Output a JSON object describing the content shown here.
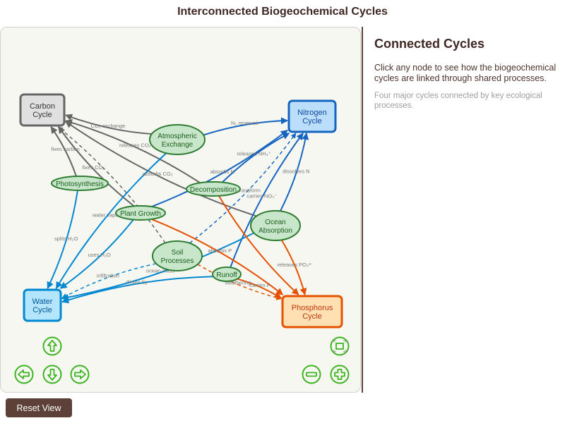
{
  "title": "Interconnected Biogeochemical Cycles",
  "side_panel": {
    "heading": "Connected Cycles",
    "description": "Click any node to see how the biogeochemical cycles are linked through shared processes.",
    "note": "Four major cycles connected by key ecological processes."
  },
  "colors": {
    "carbon": "#666666",
    "nitrogen": "#1565c0",
    "water": "#0288d1",
    "phosphorus": "#e65100",
    "process_fill": "#c8e6c9",
    "process_stroke": "#2e7d32",
    "control_green": "#3cb521",
    "reset_bg": "#5d4037"
  },
  "nodes": {
    "carbon": {
      "line1": "Carbon",
      "line2": "Cycle",
      "type": "cycle"
    },
    "nitrogen": {
      "line1": "Nitrogen",
      "line2": "Cycle",
      "type": "cycle"
    },
    "water": {
      "line1": "Water",
      "line2": "Cycle",
      "type": "cycle"
    },
    "phosphorus": {
      "line1": "Phosphorus",
      "line2": "Cycle",
      "type": "cycle"
    },
    "atmospheric": {
      "line1": "Atmospheric",
      "line2": "Exchange",
      "type": "process"
    },
    "photosynthesis": {
      "line1": "Photosynthesis",
      "line2": "",
      "type": "process"
    },
    "decomposition": {
      "line1": "Decomposition",
      "line2": "",
      "type": "process"
    },
    "plant_growth": {
      "line1": "Plant Growth",
      "line2": "",
      "type": "process"
    },
    "ocean": {
      "line1": "Ocean",
      "line2": "Absorption",
      "type": "process"
    },
    "soil": {
      "line1": "Soil",
      "line2": "Processes",
      "type": "process"
    },
    "runoff": {
      "line1": "Runoff",
      "line2": "",
      "type": "process"
    }
  },
  "edges": [
    {
      "from": "atmospheric",
      "to": "carbon",
      "label": "CO₂ exchange",
      "cycle": "carbon",
      "dashed": false
    },
    {
      "from": "photosynthesis",
      "to": "carbon",
      "label": "fixes carbon",
      "cycle": "carbon",
      "dashed": false
    },
    {
      "from": "plant_growth",
      "to": "carbon",
      "label": "fixes CO₂",
      "cycle": "carbon",
      "dashed": false
    },
    {
      "from": "decomposition",
      "to": "carbon",
      "label": "releases CO₂",
      "cycle": "carbon",
      "dashed": false
    },
    {
      "from": "ocean",
      "to": "carbon",
      "label": "absorbs CO₂",
      "cycle": "carbon",
      "dashed": false
    },
    {
      "from": "soil",
      "to": "carbon",
      "label": "",
      "cycle": "carbon",
      "dashed": true
    },
    {
      "from": "atmospheric",
      "to": "nitrogen",
      "label": "N₂ reservoir",
      "cycle": "nitrogen",
      "dashed": false
    },
    {
      "from": "plant_growth",
      "to": "nitrogen",
      "label": "absorbs N",
      "cycle": "nitrogen",
      "dashed": false
    },
    {
      "from": "decomposition",
      "to": "nitrogen",
      "label": "releases NH₄⁺",
      "cycle": "nitrogen",
      "dashed": false
    },
    {
      "from": "soil",
      "to": "nitrogen",
      "label": "N transform",
      "cycle": "nitrogen",
      "dashed": true
    },
    {
      "from": "runoff",
      "to": "nitrogen",
      "label": "carries NO₃⁻",
      "cycle": "nitrogen",
      "dashed": false
    },
    {
      "from": "ocean",
      "to": "nitrogen",
      "label": "dissolves N",
      "cycle": "nitrogen",
      "dashed": false
    },
    {
      "from": "photosynthesis",
      "to": "water",
      "label": "splits H₂O",
      "cycle": "water",
      "dashed": false
    },
    {
      "from": "atmospheric",
      "to": "water",
      "label": "water vapor",
      "cycle": "water",
      "dashed": false
    },
    {
      "from": "plant_growth",
      "to": "water",
      "label": "uses H₂O",
      "cycle": "water",
      "dashed": false
    },
    {
      "from": "soil",
      "to": "water",
      "label": "infiltration",
      "cycle": "water",
      "dashed": true
    },
    {
      "from": "ocean",
      "to": "water",
      "label": "ocean mass",
      "cycle": "water",
      "dashed": false
    },
    {
      "from": "runoff",
      "to": "water",
      "label": "driven by",
      "cycle": "water",
      "dashed": false
    },
    {
      "from": "plant_growth",
      "to": "phosphorus",
      "label": "absorbs P",
      "cycle": "phosphorus",
      "dashed": false
    },
    {
      "from": "decomposition",
      "to": "phosphorus",
      "label": "",
      "cycle": "phosphorus",
      "dashed": false
    },
    {
      "from": "ocean",
      "to": "phosphorus",
      "label": "releases PO₄³⁻",
      "cycle": "phosphorus",
      "dashed": false
    },
    {
      "from": "soil",
      "to": "phosphorus",
      "label": "weathering",
      "cycle": "phosphorus",
      "dashed": true
    },
    {
      "from": "runoff",
      "to": "phosphorus",
      "label": "carries P",
      "cycle": "phosphorus",
      "dashed": false
    }
  ],
  "controls": {
    "pan_up": "arrow-up",
    "pan_down": "arrow-down",
    "pan_left": "arrow-left",
    "pan_right": "arrow-right",
    "zoom_in": "plus",
    "zoom_out": "minus",
    "fit": "fit"
  },
  "reset_label": "Reset View"
}
